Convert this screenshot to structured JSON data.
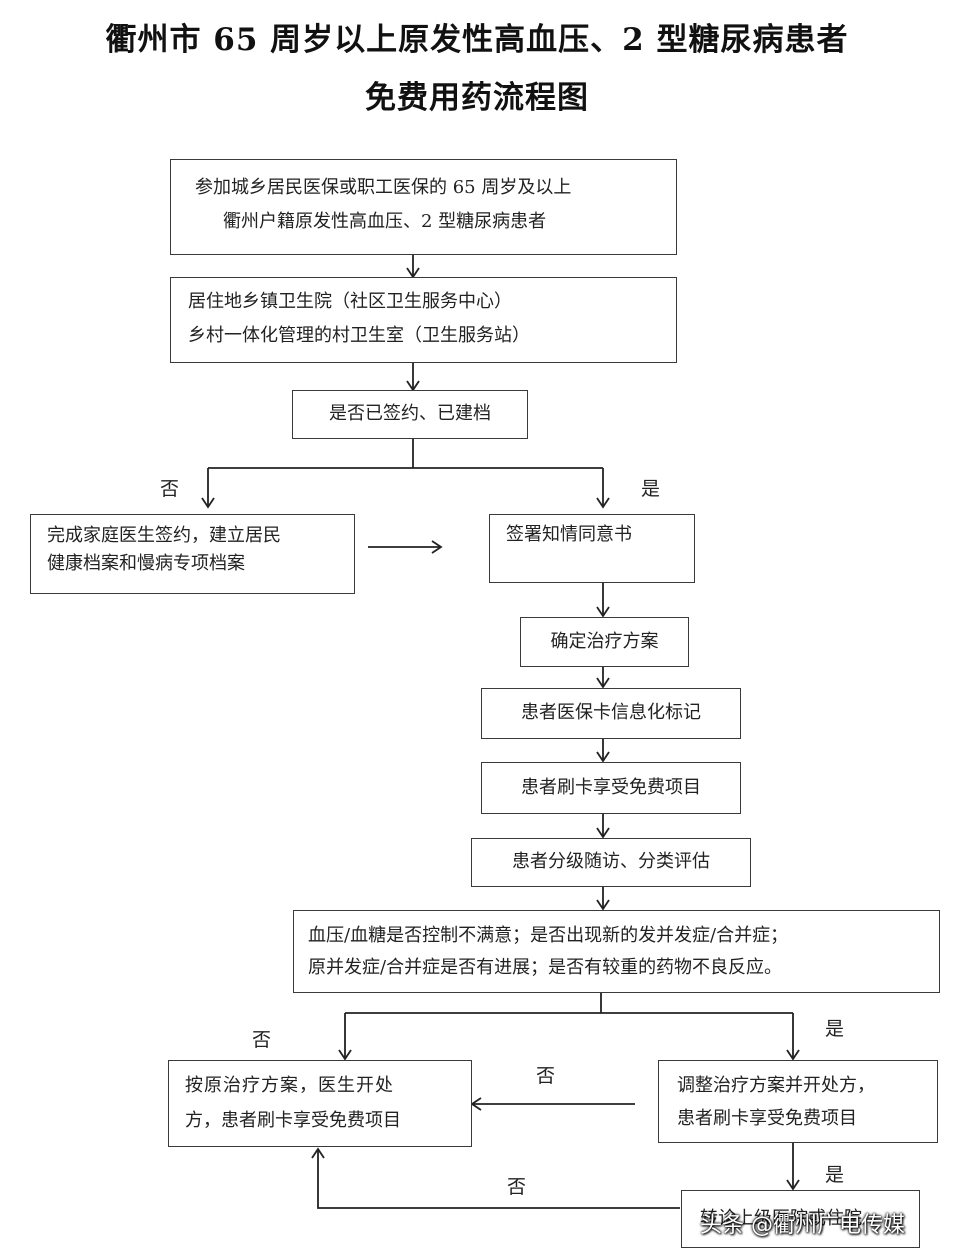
{
  "title": {
    "line1": "衢州市 65 周岁以上原发性高血压、2 型糖尿病患者",
    "line2": "免费用药流程图"
  },
  "boxes": {
    "eligibility": [
      "参加城乡居民医保或职工医保的 65 周岁及以上",
      "衢州户籍原发性高血压、2 型糖尿病患者"
    ],
    "clinic": [
      "居住地乡镇卫生院（社区卫生服务中心）",
      "乡村一体化管理的村卫生室（卫生服务站）"
    ],
    "signed_check": "是否已签约、已建档",
    "family_doctor": [
      "完成家庭医生签约，建立居民",
      "健康档案和慢病专项档案"
    ],
    "consent": "签署知情同意书",
    "treatment_plan": "确定治疗方案",
    "card_mark": "患者医保卡信息化标记",
    "card_swipe": "患者刷卡享受免费项目",
    "followup": "患者分级随访、分类评估",
    "evaluation": [
      "血压/血糖是否控制不满意；是否出现新的发并发症/合并症；",
      "原并发症/合并症是否有进展；是否有较重的药物不良反应。"
    ],
    "keep_plan": [
      "按原治疗方案，医生开处",
      "方，患者刷卡享受免费项目"
    ],
    "adjust_plan": [
      "调整治疗方案并开处方，",
      "患者刷卡享受免费项目"
    ],
    "referral": "转诊上级医院或住院"
  },
  "labels": {
    "no1": "否",
    "yes1": "是",
    "no2": "否",
    "yes2": "是",
    "no3": "否",
    "yes3": "是",
    "no4": "否"
  },
  "watermark": "头条 @衢州广电传媒"
}
